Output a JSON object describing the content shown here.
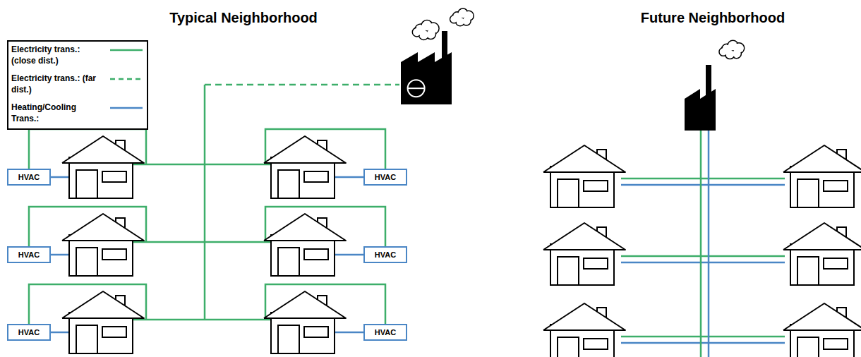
{
  "diagram": {
    "nodes": [
      {
        "text": [
          "HVAC"
        ]
      },
      {
        "text": [
          "HVAC"
        ]
      },
      {
        "text": [
          "HVAC"
        ]
      },
      {
        "text": [
          "HVAC"
        ]
      },
      {
        "text": [
          "HVAC"
        ]
      },
      {
        "text": [
          "HVAC"
        ]
      }
    ],
    "labels": [
      "Typical Neighborhood",
      "Future Neighborhood"
    ],
    "legend": [
      {
        "text": "Electricity trans.: (close dist.)"
      },
      {
        "text": "Electricity trans.: (far dist.)"
      },
      {
        "text": "Heating/Cooling Trans.:"
      }
    ]
  }
}
